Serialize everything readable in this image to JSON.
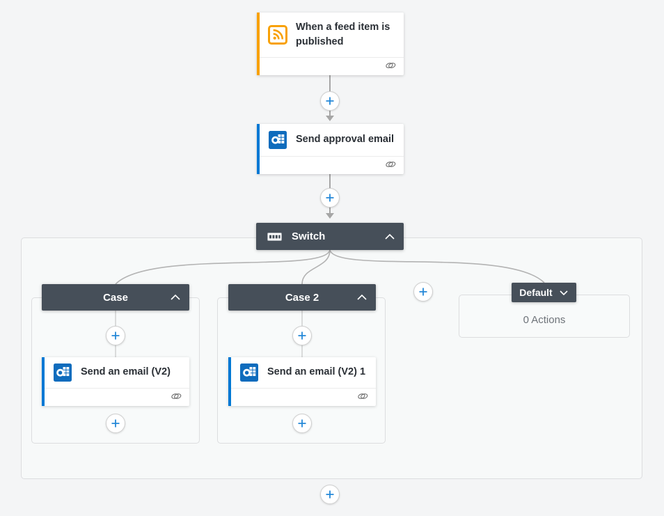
{
  "page": {
    "background": "#f4f5f6"
  },
  "trigger_card": {
    "title": "When a feed item is published",
    "icon": "rss-icon",
    "accent_color": "#f8a106"
  },
  "approval_card": {
    "title": "Send approval email",
    "icon": "outlook-icon",
    "accent_color": "#0078d4"
  },
  "switch_block": {
    "label": "Switch",
    "icon": "switch-icon",
    "state": "expanded"
  },
  "cases": [
    {
      "label": "Case",
      "state": "expanded",
      "action_title": "Send an email (V2)",
      "action_icon": "outlook-icon",
      "accent_color": "#0078d4"
    },
    {
      "label": "Case 2",
      "state": "expanded",
      "action_title": "Send an email (V2) 1",
      "action_icon": "outlook-icon",
      "accent_color": "#0078d4"
    }
  ],
  "default_branch": {
    "label": "Default",
    "state": "collapsed",
    "status": "0 Actions"
  },
  "colors": {
    "header_dark": "#464f59",
    "accent_orange": "#f8a106",
    "accent_blue": "#0078d4",
    "plus_blue": "#2488d8",
    "connector_gray": "#a6a6a6",
    "container_border": "#dcdddf"
  }
}
